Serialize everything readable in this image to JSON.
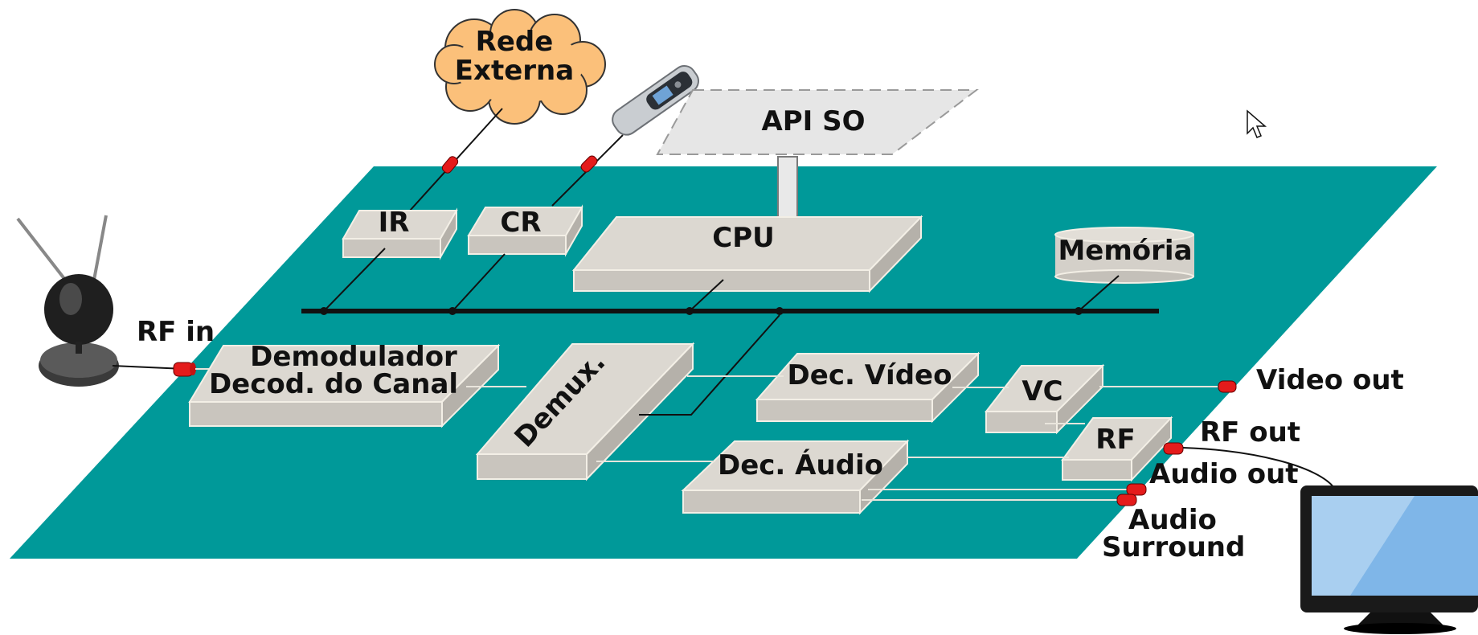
{
  "colors": {
    "board": "#009999",
    "block_top": "#dcd8d1",
    "block_side": "#b5b1aa",
    "block_edge": "#f3efe6",
    "bus": "#111111",
    "wire": "#111111",
    "connector": "#e41b1b",
    "cloud": "#fbc07a",
    "api_fill": "#e6e6e6"
  },
  "cloud": {
    "line1": "Rede",
    "line2": "Externa"
  },
  "api": {
    "label": "API SO"
  },
  "blocks": {
    "ir": "IR",
    "cr": "CR",
    "cpu": "CPU",
    "memoria": "Memória",
    "demod_line1": "Demodulador",
    "demod_line2": "Decod. do Canal",
    "demux": "Demux.",
    "dec_video": "Dec. Vídeo",
    "vc": "VC",
    "rf": "RF",
    "dec_audio": "Dec. Áudio"
  },
  "ports": {
    "rf_in": "RF in",
    "video_out": "Video out",
    "rf_out": "RF out",
    "audio_out": "Audio out",
    "audio_surround_line1": "Audio",
    "audio_surround_line2": "Surround"
  },
  "icons": [
    "antenna-icon",
    "remote-control-icon",
    "tv-monitor-icon",
    "cloud-icon",
    "mouse-cursor-icon"
  ]
}
